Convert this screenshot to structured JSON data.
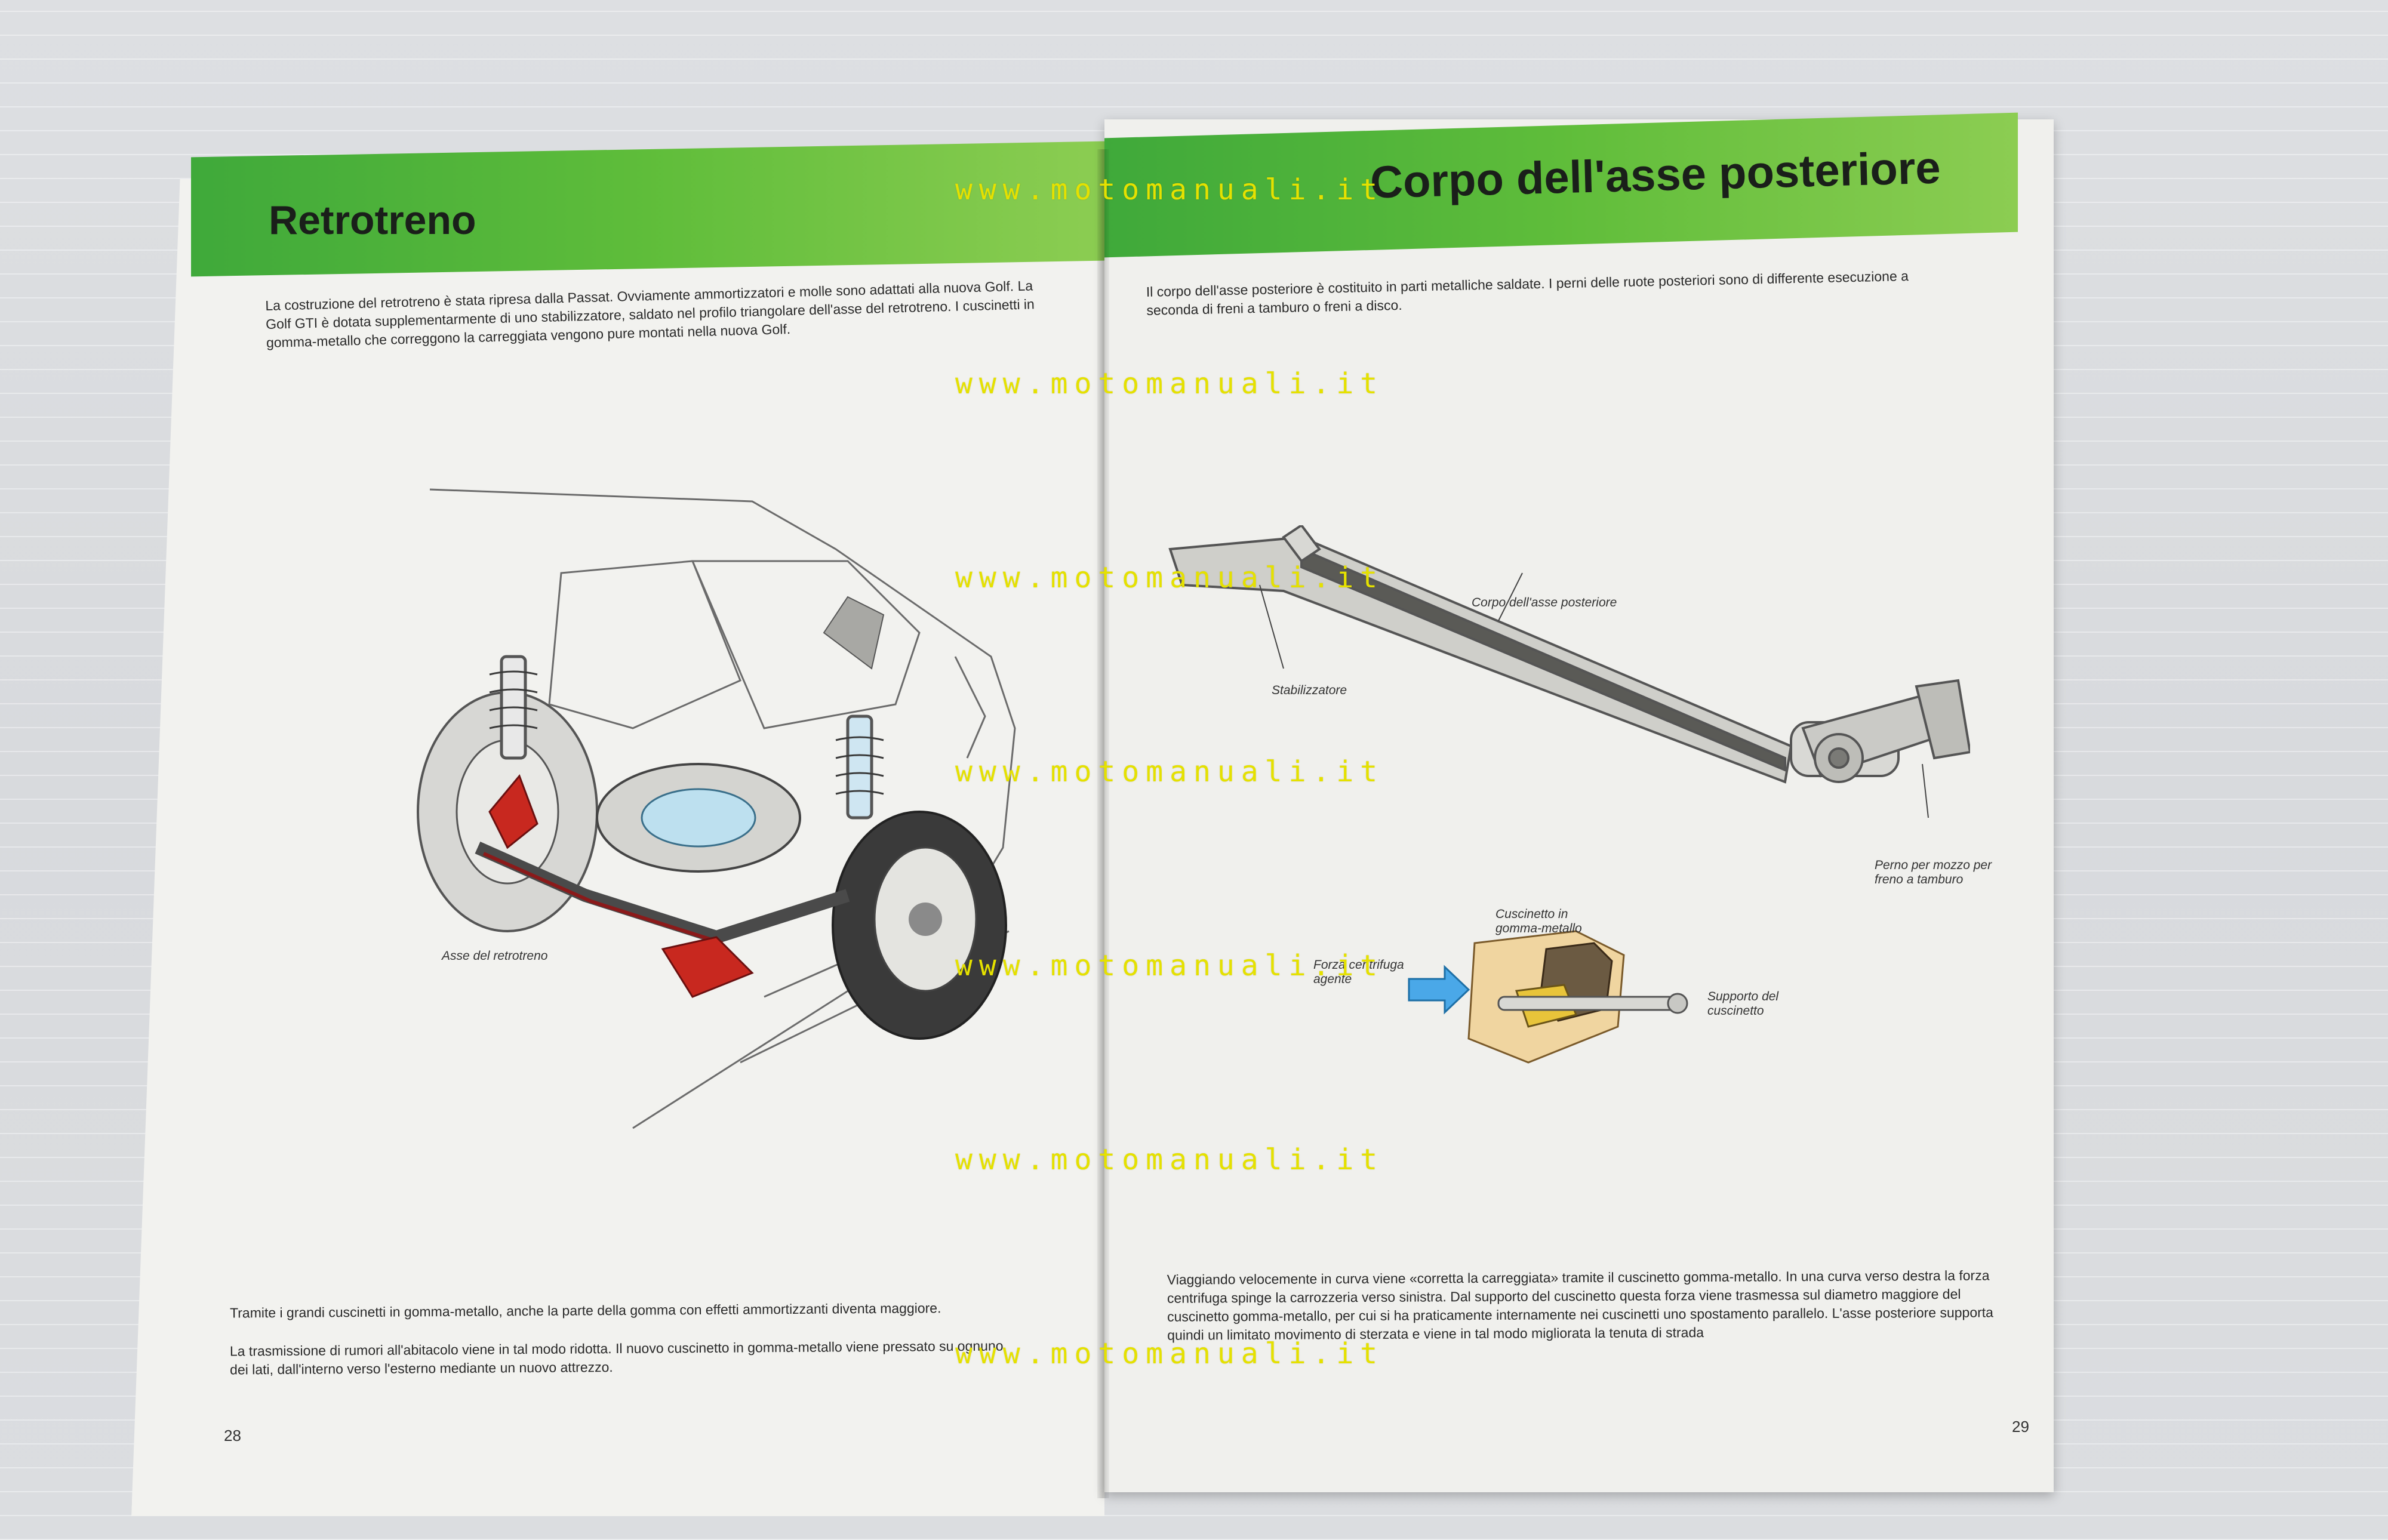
{
  "left_page": {
    "title": "Retrotreno",
    "intro": "La costruzione del retrotreno è stata ripresa dalla Passat. Ovviamente ammortizzatori e molle sono adattati alla nuova Golf. La Golf GTI è dotata supplementarmente di uno stabilizzatore, saldato nel profilo triangolare dell'asse del retrotreno. I cuscinetti in gomma-metallo che correggono la carreggiata vengono pure montati nella nuova Golf.",
    "figure_label": "Asse del retrotreno",
    "bottom_text_1": "Tramite i grandi cuscinetti in gomma-metallo, anche la parte della gomma con effetti ammortizzanti diventa maggiore.",
    "bottom_text_2": "La trasmissione di rumori all'abitacolo viene in tal modo ridotta. Il nuovo cuscinetto in gomma-metallo viene pressato su ognuno dei lati, dall'interno verso l'esterno mediante un nuovo attrezzo.",
    "page_number": "28"
  },
  "right_page": {
    "title": "Corpo dell'asse posteriore",
    "intro": "Il corpo dell'asse posteriore è costituito in parti metalliche saldate. I perni delle ruote posteriori sono di differente esecuzione a seconda di freni a tamburo o freni a disco.",
    "labels": {
      "stabilizer": "Stabilizzatore",
      "axle_body": "Corpo dell'asse posteriore",
      "pin": "Perno per mozzo per freno a tamburo",
      "bushing": "Cuscinetto in gomma-metallo",
      "force": "Forza centrifuga agente",
      "support": "Supporto del cuscinetto"
    },
    "bottom_text": "Viaggiando velocemente in curva viene «corretta la carreggiata» tramite il cuscinetto gomma-metallo. In una curva verso destra la forza centrifuga spinge la carrozzeria verso sinistra. Dal supporto del cuscinetto questa forza viene trasmessa sul diametro maggiore del cuscinetto gomma-metallo, per cui si ha praticamente internamente nei cuscinetti uno spostamento parallelo. L'asse posteriore supporta quindi un limitato movimento di sterzata e viene in tal modo migliorata la tenuta di strada",
    "page_number": "29"
  },
  "watermark": "www.motomanuali.it",
  "colors": {
    "header_green": "#4fb53a",
    "watermark_yellow": "#e5e100",
    "paper": "#f2f2ef"
  }
}
